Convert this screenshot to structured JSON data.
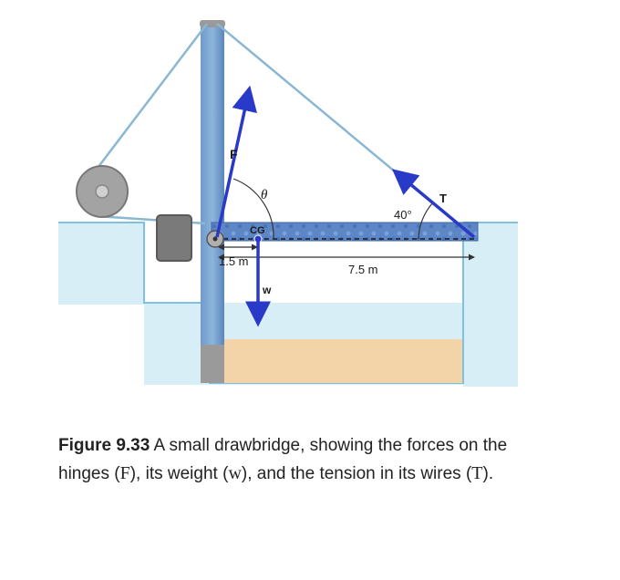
{
  "diagram": {
    "labels": {
      "force_hinge": "F",
      "angle_theta": "θ",
      "center_of_gravity": "CG",
      "dist_cg": "1.5 m",
      "dist_total": "7.5 m",
      "weight": "w",
      "angle_tension": "40°",
      "tension": "T"
    },
    "colors": {
      "water": "#d8eef7",
      "wall_outline": "#7fc0de",
      "tower": "#5e8ebf",
      "deck": "#5d86c6",
      "cable": "#8ab7d1",
      "force_arrow": "#2a3ac8",
      "sand": "#f2d4a8",
      "block": "#7a7a7a",
      "pulley": "#9a9a9a"
    }
  },
  "caption": {
    "figure_number": "Figure 9.33",
    "text_1": " A small drawbridge, showing the forces on the hinges (",
    "sym_F": "F",
    "text_2": "), its weight (",
    "sym_w": "w",
    "text_3": "), and the tension in its wires (",
    "sym_T": "T",
    "text_4": ")."
  }
}
